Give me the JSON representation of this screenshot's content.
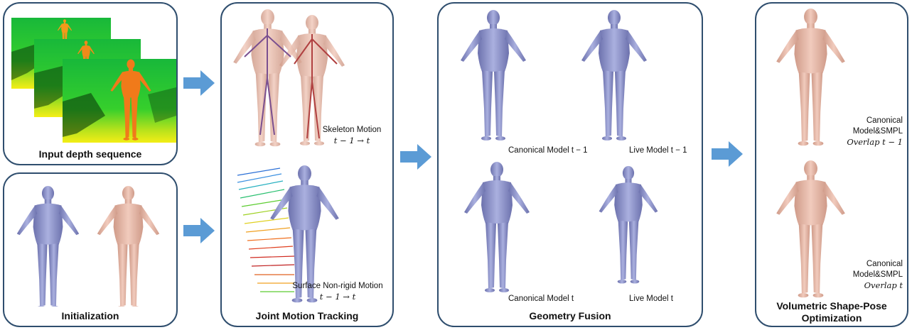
{
  "colors": {
    "panel_border": "#2f4e6e",
    "arrow": "#5b9bd5",
    "mesh_blue": "#8f94c8",
    "mesh_skin": "#e8b8a6",
    "depth_green": "#22c23a",
    "depth_orange": "#f07a1a"
  },
  "panels": {
    "input": {
      "title": "Input depth sequence"
    },
    "init": {
      "title": "Initialization"
    },
    "tracking": {
      "title": "Joint Motion Tracking",
      "skeleton_caption": [
        "Skeleton Motion",
        "t − 1 → t"
      ],
      "surface_caption": [
        "Surface Non-rigid Motion",
        "t − 1 → t"
      ]
    },
    "fusion": {
      "title": "Geometry Fusion",
      "canonical_prev": "Canonical Model t − 1",
      "live_prev": "Live Model t − 1",
      "canonical_cur": "Canonical Model t",
      "live_cur": "Live Model t"
    },
    "optim": {
      "title_lines": [
        "Volumetric Shape-Pose",
        "Optimization"
      ],
      "overlap_prev": [
        "Canonical",
        "Model&SMPL",
        "Overlap t − 1"
      ],
      "overlap_cur": [
        "Canonical",
        "Model&SMPL",
        "Overlap t"
      ]
    }
  },
  "icons": [
    "arrow-right-icon",
    "human-mesh-icon",
    "depth-frame-icon",
    "motion-trail-icon"
  ]
}
